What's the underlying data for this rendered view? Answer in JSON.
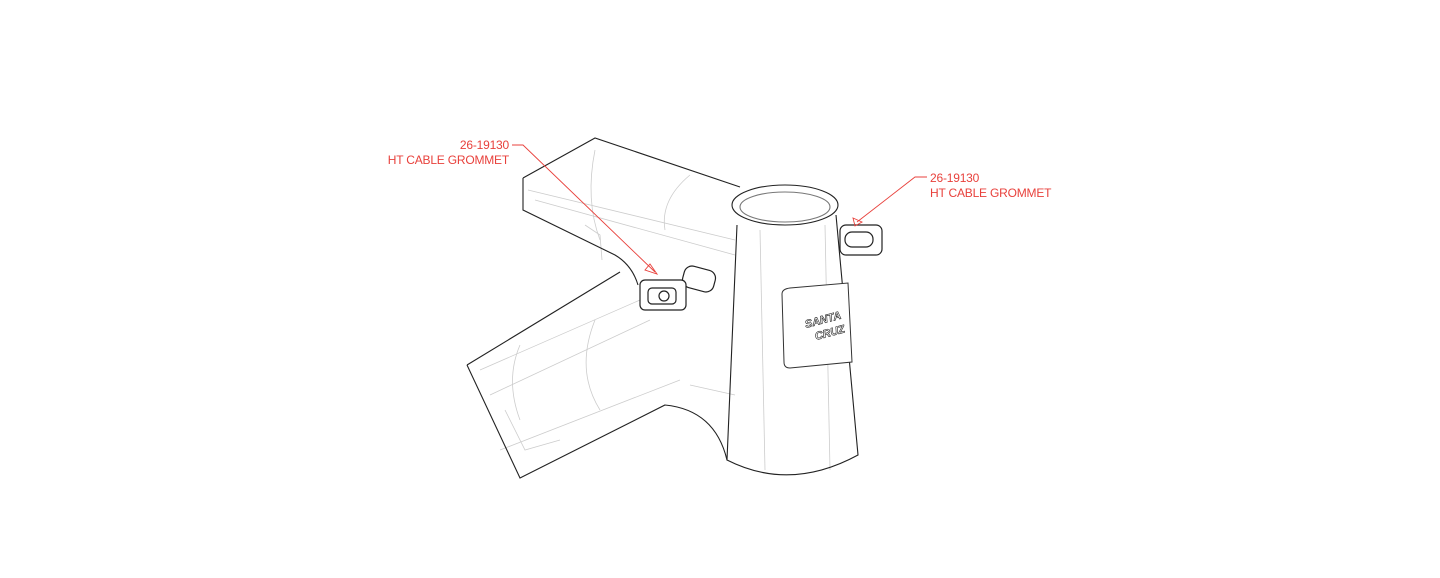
{
  "callouts": [
    {
      "part_number": "26-19130",
      "part_name": "HT CABLE GROMMET"
    },
    {
      "part_number": "26-19130",
      "part_name": "HT CABLE GROMMET"
    }
  ],
  "badge": {
    "logo_text": "SANTA CRUZ"
  },
  "colors": {
    "callout": "#e8413c",
    "outline": "#222222",
    "detail": "#bbbbbb"
  }
}
